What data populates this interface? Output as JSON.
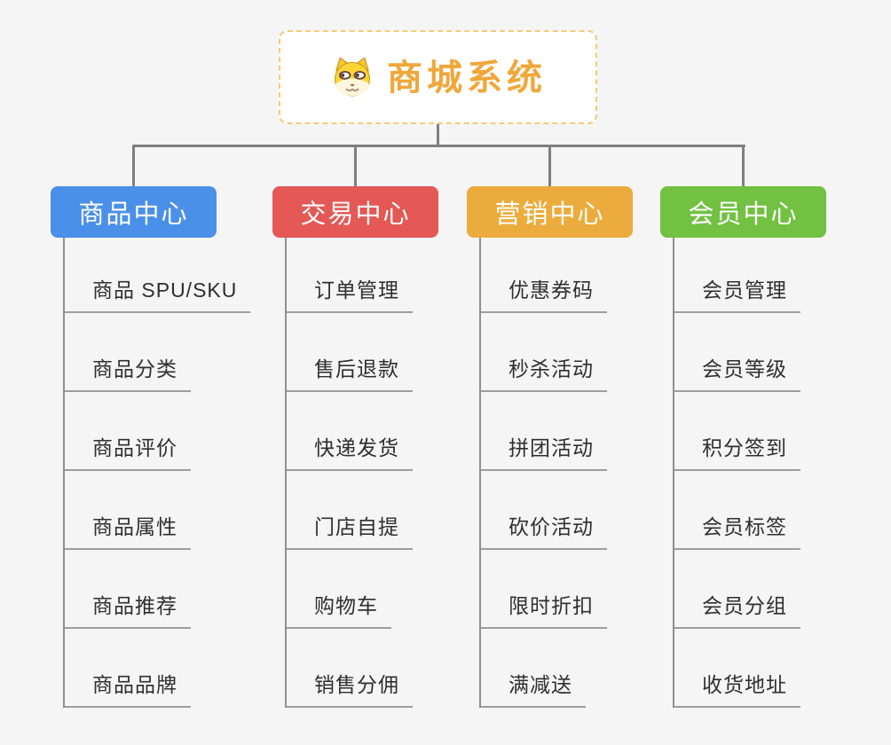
{
  "root": {
    "title": "商城系统",
    "icon": "dog-face-icon",
    "text_color": "#F0A73A",
    "border_color": "#F8C878"
  },
  "branches": [
    {
      "name": "product-center",
      "label": "商品中心",
      "color": "#4B90E8",
      "children": [
        "商品 SPU/SKU",
        "商品分类",
        "商品评价",
        "商品属性",
        "商品推荐",
        "商品品牌"
      ]
    },
    {
      "name": "trade-center",
      "label": "交易中心",
      "color": "#E45856",
      "children": [
        "订单管理",
        "售后退款",
        "快递发货",
        "门店自提",
        "购物车",
        "销售分佣"
      ]
    },
    {
      "name": "marketing-center",
      "label": "营销中心",
      "color": "#ECAC3D",
      "children": [
        "优惠券码",
        "秒杀活动",
        "拼团活动",
        "砍价活动",
        "限时折扣",
        "满减送"
      ]
    },
    {
      "name": "member-center",
      "label": "会员中心",
      "color": "#72C142",
      "children": [
        "会员管理",
        "会员等级",
        "积分签到",
        "会员标签",
        "会员分组",
        "收货地址"
      ]
    }
  ],
  "colors": {
    "background": "#F5F5F6",
    "connector": "#7F7F7F",
    "child_line": "#9E9E9E",
    "child_text": "#2F2F2F"
  }
}
